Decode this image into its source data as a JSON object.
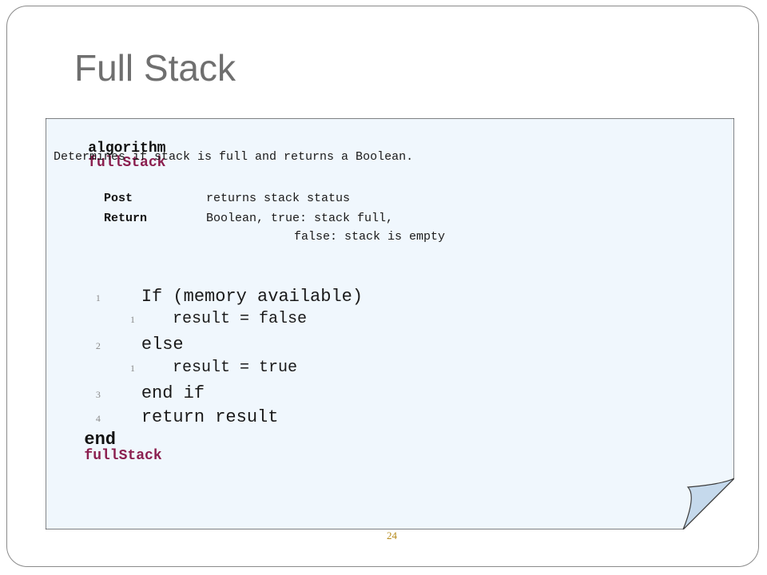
{
  "slide": {
    "title": "Full Stack",
    "page_number": "24"
  },
  "algorithm": {
    "keyword": "algorithm",
    "name": "fullStack",
    "description": "Determines if stack is full and returns a Boolean.",
    "post_label": "Post",
    "post_text": "returns stack status",
    "return_label": "Return",
    "return_text": "Boolean, true: stack full,",
    "return_text_2": "false: stack is empty",
    "lines": [
      {
        "num": "1",
        "text": "If (memory available)"
      },
      {
        "num": "1",
        "text": "result = false"
      },
      {
        "num": "2",
        "text": "else"
      },
      {
        "num": "1",
        "text": "result = true"
      },
      {
        "num": "3",
        "text": "end if"
      },
      {
        "num": "4",
        "text": "return result"
      }
    ],
    "end_keyword": "end",
    "end_name": "fullStack"
  },
  "colors": {
    "card_fill": "#f0f7fd",
    "card_border": "#3a3a3a",
    "name_color": "#8b1f4f",
    "title_color": "#6f6f6f"
  }
}
